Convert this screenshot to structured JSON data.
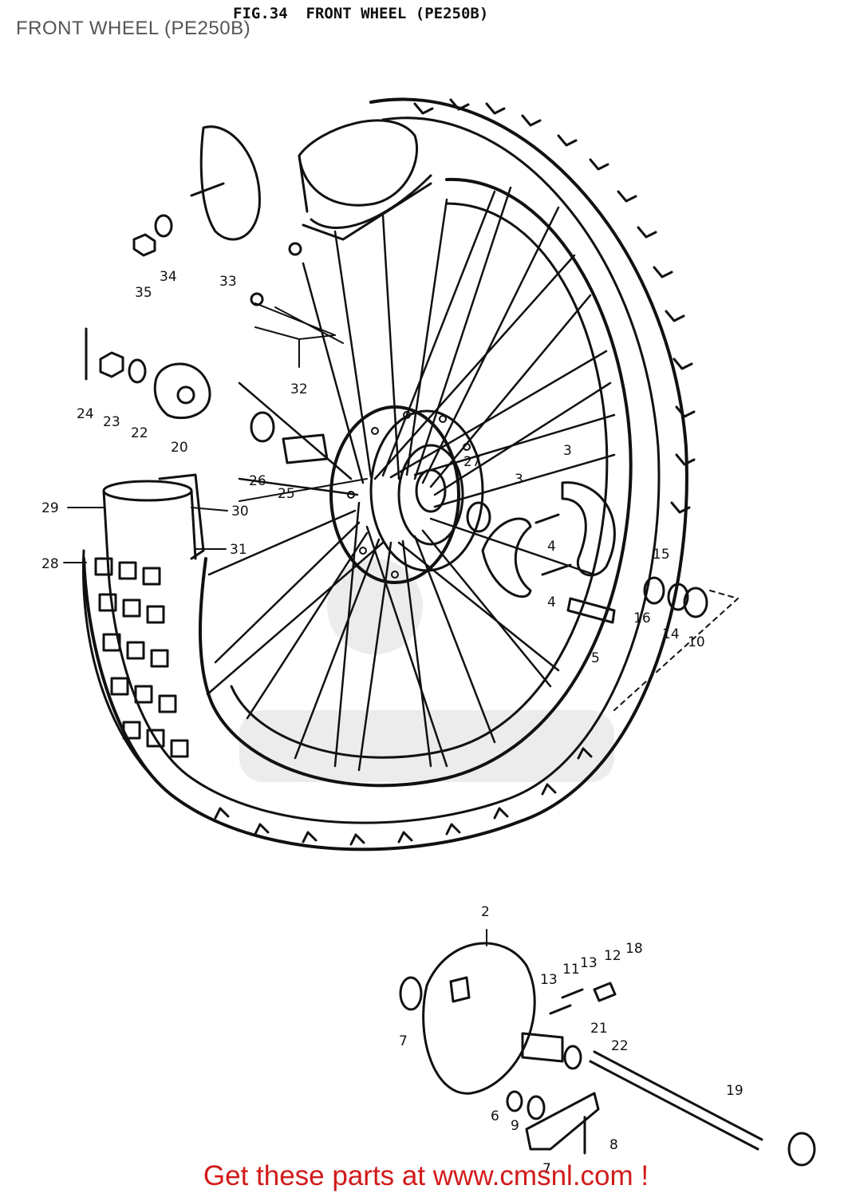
{
  "caption": "FRONT WHEEL (PE250B)",
  "figure_title": "FIG.34  FRONT WHEEL (PE250B)",
  "footer_text": "Get these parts at www.cmsnl.com !",
  "part_labels": [
    {
      "id": "p35",
      "text": "35"
    },
    {
      "id": "p34",
      "text": "34"
    },
    {
      "id": "p33",
      "text": "33"
    },
    {
      "id": "p32",
      "text": "32"
    },
    {
      "id": "p24",
      "text": "24"
    },
    {
      "id": "p23",
      "text": "23"
    },
    {
      "id": "p22",
      "text": "22"
    },
    {
      "id": "p20",
      "text": "20"
    },
    {
      "id": "p26",
      "text": "26"
    },
    {
      "id": "p25",
      "text": "25"
    },
    {
      "id": "p27",
      "text": "27"
    },
    {
      "id": "p3a",
      "text": "3"
    },
    {
      "id": "p3b",
      "text": "3"
    },
    {
      "id": "p29",
      "text": "29"
    },
    {
      "id": "p30",
      "text": "30"
    },
    {
      "id": "p31",
      "text": "31"
    },
    {
      "id": "p28",
      "text": "28"
    },
    {
      "id": "p4a",
      "text": "4"
    },
    {
      "id": "p4b",
      "text": "4"
    },
    {
      "id": "p15",
      "text": "15"
    },
    {
      "id": "p16",
      "text": "16"
    },
    {
      "id": "p14",
      "text": "14"
    },
    {
      "id": "p10",
      "text": "10"
    },
    {
      "id": "p5",
      "text": "5"
    },
    {
      "id": "p2",
      "text": "2"
    },
    {
      "id": "p13a",
      "text": "13"
    },
    {
      "id": "p11",
      "text": "11"
    },
    {
      "id": "p13b",
      "text": "13"
    },
    {
      "id": "p12",
      "text": "12"
    },
    {
      "id": "p18",
      "text": "18"
    },
    {
      "id": "p7a",
      "text": "7"
    },
    {
      "id": "p21",
      "text": "21"
    },
    {
      "id": "p22b",
      "text": "22"
    },
    {
      "id": "p19",
      "text": "19"
    },
    {
      "id": "p6",
      "text": "6"
    },
    {
      "id": "p9",
      "text": "9"
    },
    {
      "id": "p8",
      "text": "8"
    },
    {
      "id": "p7b",
      "text": "7"
    }
  ]
}
